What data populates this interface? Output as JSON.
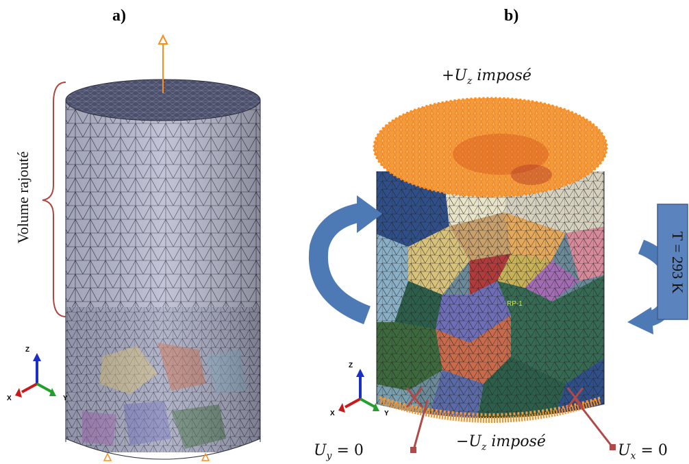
{
  "panel_a": {
    "label": "a)",
    "bracket_label": "Volume rajouté",
    "triad_axes": {
      "x": "X",
      "y": "Y",
      "z": "Z"
    }
  },
  "panel_b": {
    "label": "b)",
    "top_bc": "+U",
    "top_bc_sub": "z",
    "top_bc_tail": " imposé",
    "bottom_bc": "−U",
    "bottom_bc_sub": "z",
    "bottom_bc_tail": " imposé",
    "uy_label": "U",
    "uy_sub": "y",
    "uy_tail": " = 0",
    "ux_label": "U",
    "ux_sub": "x",
    "ux_tail": " = 0",
    "temperature": "T = 293 K",
    "ref_point": "RP-1",
    "triad_axes": {
      "x": "X",
      "y": "Y",
      "z": "Z"
    }
  },
  "colors": {
    "mesh_top": "#4a4e68",
    "mesh_side": "#b4b6cc",
    "load_arrows": "#ff8c1a",
    "bracket": "#b0453f",
    "bc_arrows": "#b04a48",
    "blue_arrow": "#4d7ab5",
    "temp_box": "#5b83bd",
    "grain_colors": [
      "#2c5f4a",
      "#356b52",
      "#d8c27a",
      "#c96a4a",
      "#6d6db8",
      "#e8e4c8",
      "#a46cb4",
      "#2f4f8a",
      "#c9b255",
      "#b23a3a",
      "#e6a95a",
      "#8ab0c8",
      "#3d6a3d",
      "#d88a9a"
    ]
  }
}
